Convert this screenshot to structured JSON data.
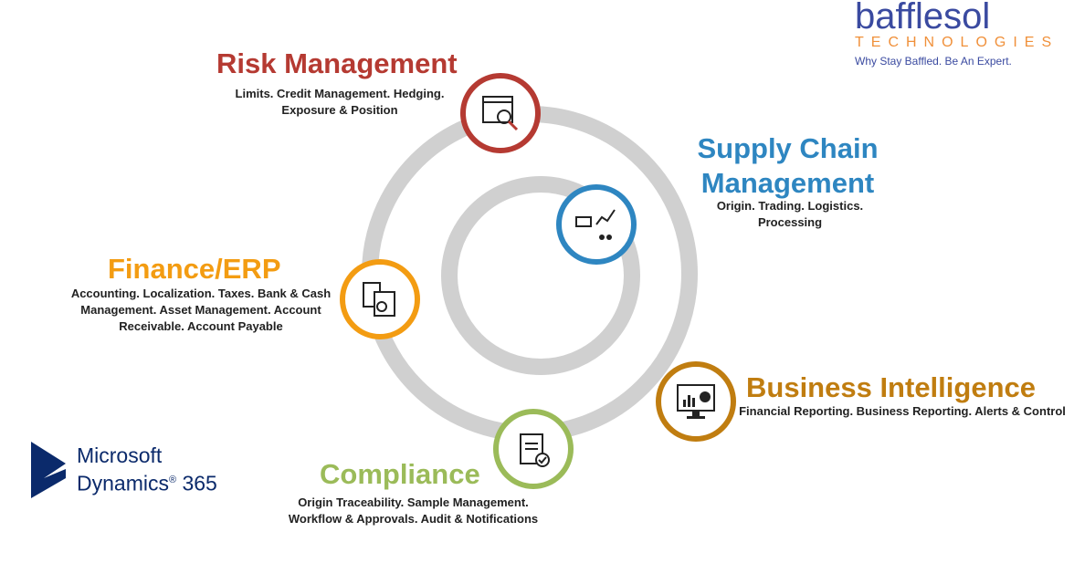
{
  "brand": {
    "name": "bafflesol",
    "sub": "TECHNOLOGIES",
    "tagline": "Why Stay Baffled. Be An Expert."
  },
  "ms": {
    "line1": "Microsoft",
    "line2": "Dynamics",
    "reg": "®",
    "ver": "365"
  },
  "modules": {
    "risk": {
      "title": "Risk Management",
      "desc1": "Limits. Credit Management. Hedging.",
      "desc2": "Exposure & Position",
      "color": "#b53a32"
    },
    "scm": {
      "title1": "Supply Chain",
      "title2": "Management",
      "desc": "Origin. Trading. Logistics. Processing",
      "color": "#2e86c1"
    },
    "fin": {
      "title": "Finance/ERP",
      "desc1": "Accounting. Localization. Taxes. Bank & Cash",
      "desc2": "Management. Asset Management. Account",
      "desc3": "Receivable. Account Payable",
      "color": "#f39c12"
    },
    "bi": {
      "title": "Business Intelligence",
      "desc": "Financial Reporting. Business Reporting. Alerts & Control",
      "color": "#c07d10"
    },
    "comp": {
      "title": "Compliance",
      "desc1": "Origin Traceability. Sample Management.",
      "desc2": "Workflow & Approvals. Audit & Notifications",
      "color": "#9bbb59"
    }
  }
}
